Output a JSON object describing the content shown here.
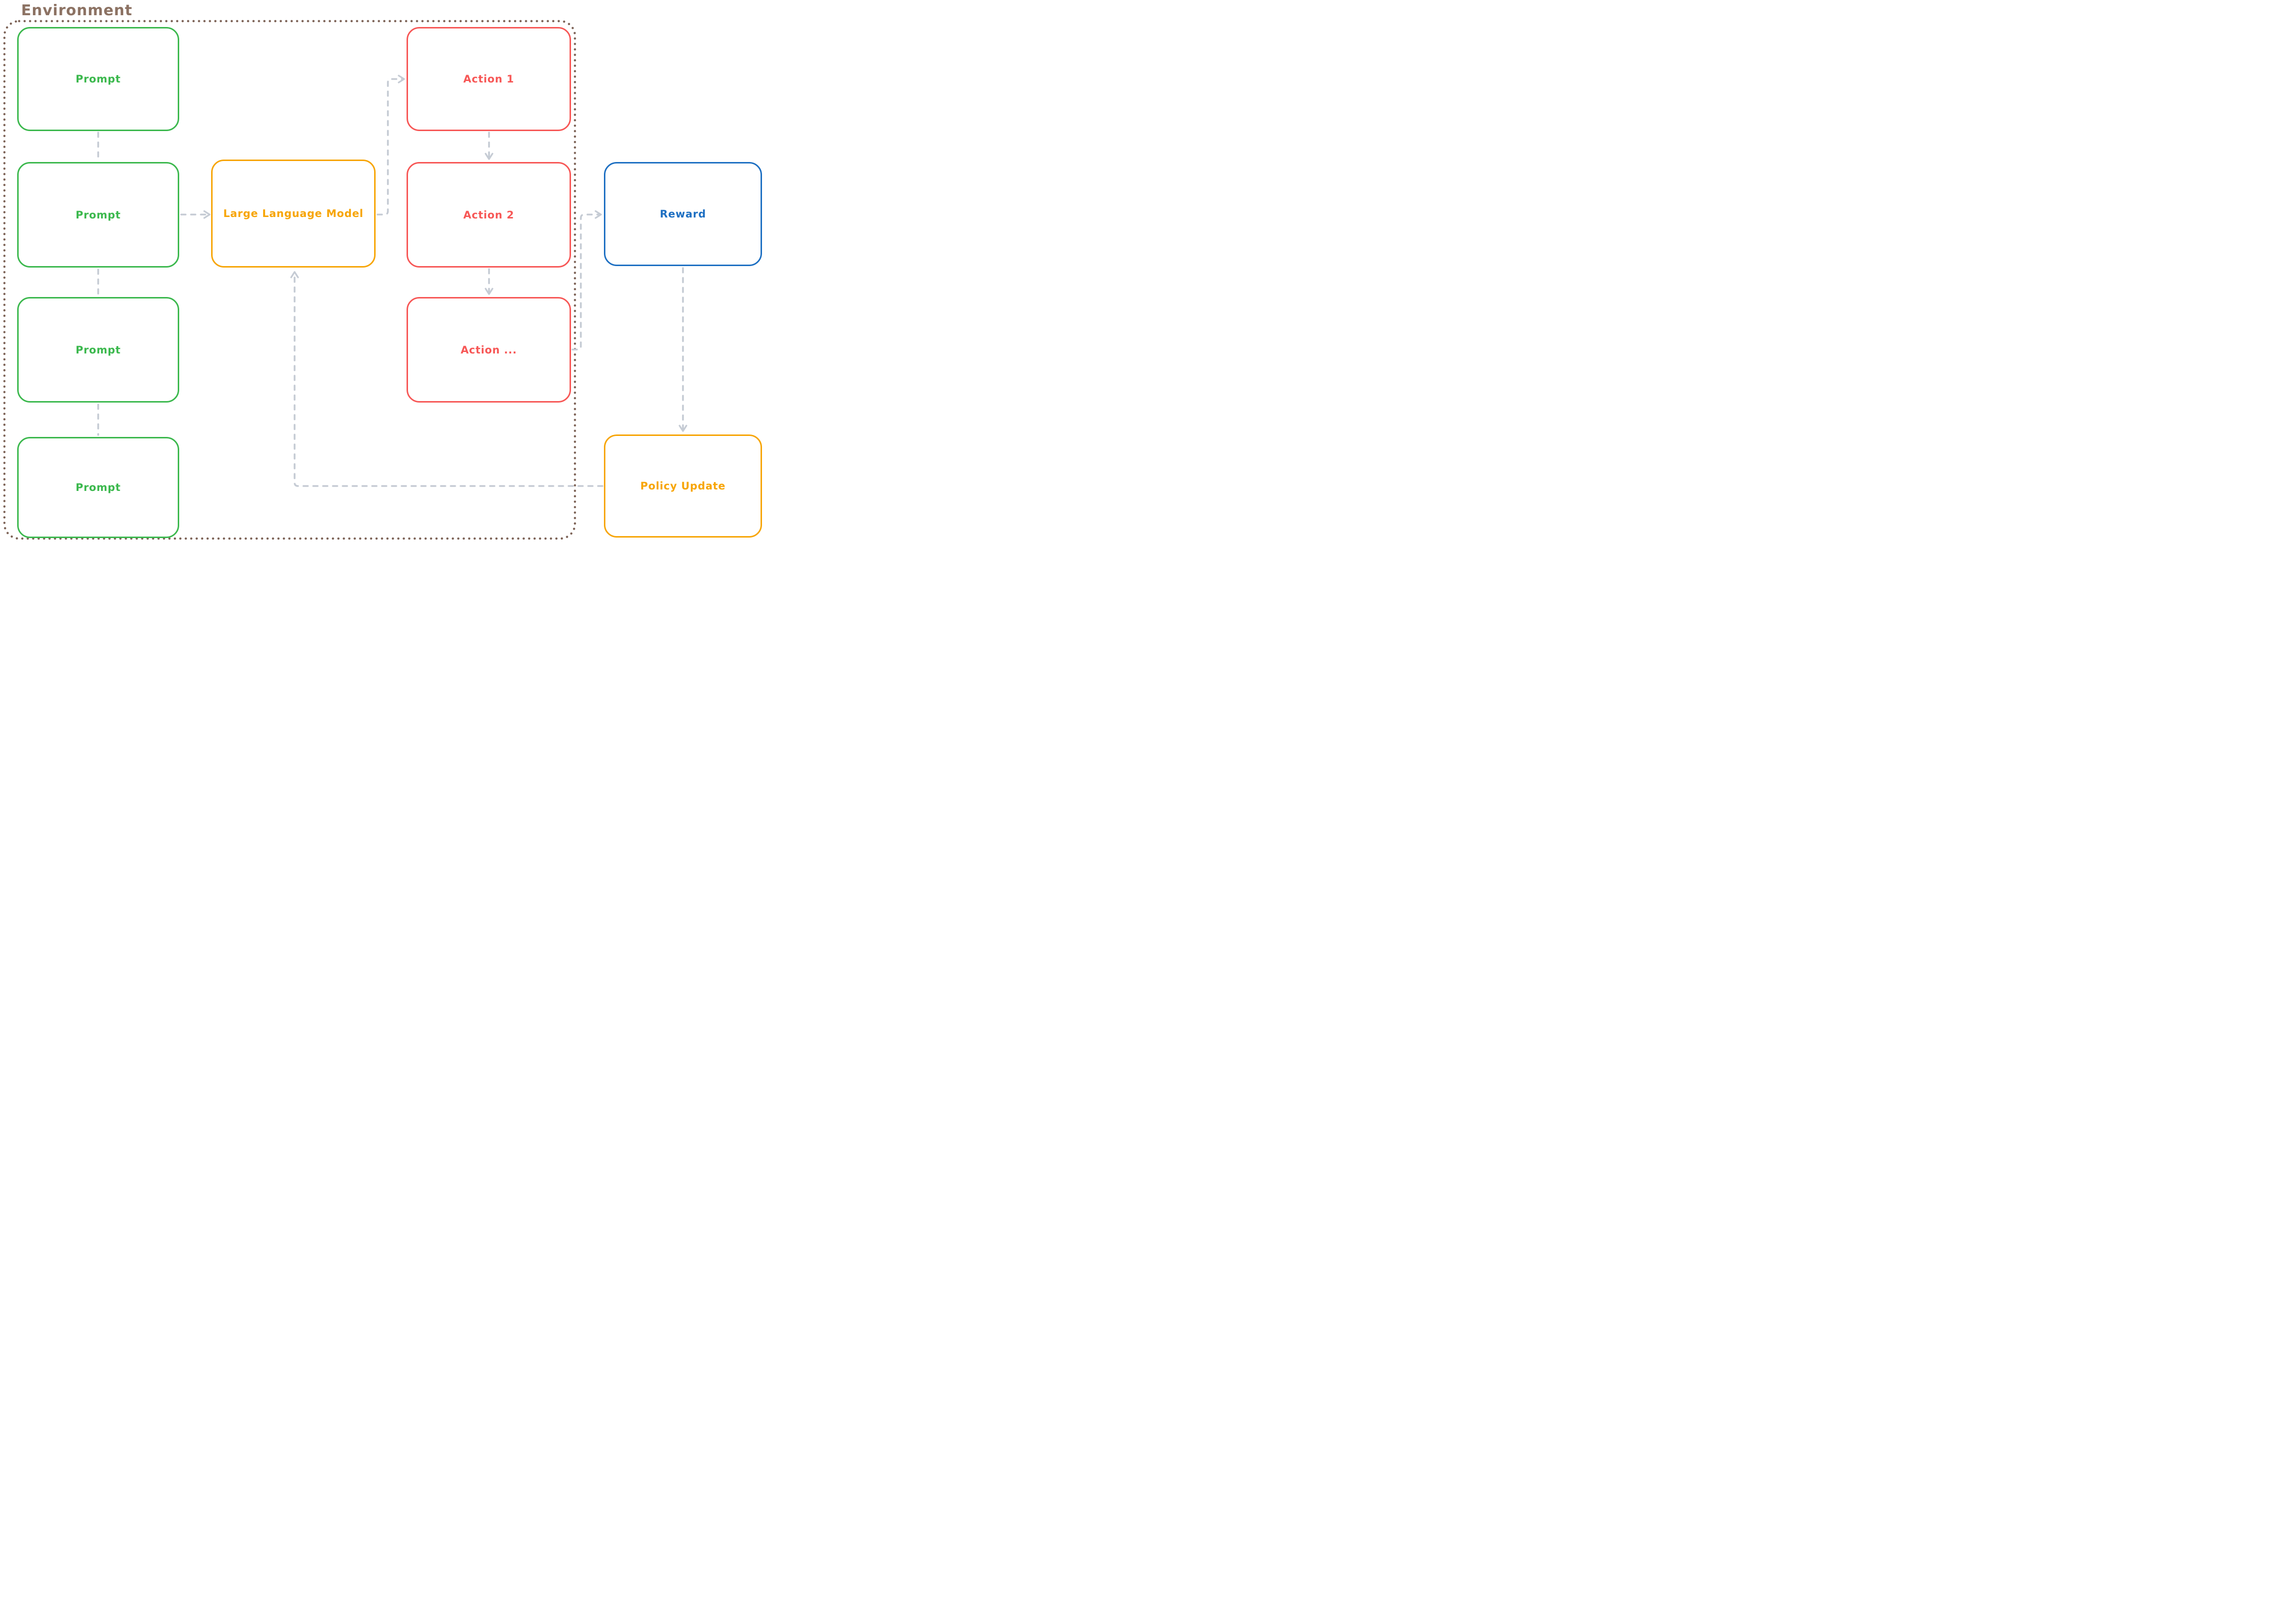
{
  "colors": {
    "green": "#3bb84d",
    "red": "#f75756",
    "orange": "#f7a506",
    "blue": "#1d6fc2",
    "brown": "#7d6357",
    "brown-text": "#8c7263",
    "connector": "#c5cbd4",
    "bg": "#ffffff"
  },
  "diagram": {
    "environment_label": "Environment",
    "nodes": [
      {
        "id": "prompt-1",
        "label": "Prompt",
        "color_role": "green"
      },
      {
        "id": "prompt-2",
        "label": "Prompt",
        "color_role": "green"
      },
      {
        "id": "prompt-3",
        "label": "Prompt",
        "color_role": "green"
      },
      {
        "id": "prompt-4",
        "label": "Prompt",
        "color_role": "green"
      },
      {
        "id": "llm",
        "label": "Large Language Model",
        "color_role": "orange"
      },
      {
        "id": "action-1",
        "label": "Action 1",
        "color_role": "red"
      },
      {
        "id": "action-2",
        "label": "Action 2",
        "color_role": "red"
      },
      {
        "id": "action-etc",
        "label": "Action ...",
        "color_role": "red"
      },
      {
        "id": "reward",
        "label": "Reward",
        "color_role": "blue"
      },
      {
        "id": "policy-update",
        "label": "Policy Update",
        "color_role": "orange"
      }
    ],
    "edges": [
      {
        "from": "prompt-1",
        "to": "prompt-2",
        "style": "dashed",
        "arrow": false
      },
      {
        "from": "prompt-2",
        "to": "prompt-3",
        "style": "dashed",
        "arrow": false
      },
      {
        "from": "prompt-3",
        "to": "prompt-4",
        "style": "dashed",
        "arrow": false
      },
      {
        "from": "prompt-2",
        "to": "llm",
        "style": "dashed",
        "arrow": true
      },
      {
        "from": "llm",
        "to": "action-1",
        "style": "dashed",
        "arrow": true
      },
      {
        "from": "action-1",
        "to": "action-2",
        "style": "dashed",
        "arrow": true
      },
      {
        "from": "action-2",
        "to": "action-etc",
        "style": "dashed",
        "arrow": true
      },
      {
        "from": "action-etc",
        "to": "reward",
        "style": "dashed",
        "arrow": true
      },
      {
        "from": "reward",
        "to": "policy-update",
        "style": "dashed",
        "arrow": true
      },
      {
        "from": "policy-update",
        "to": "llm",
        "style": "dashed",
        "arrow": true
      }
    ]
  }
}
